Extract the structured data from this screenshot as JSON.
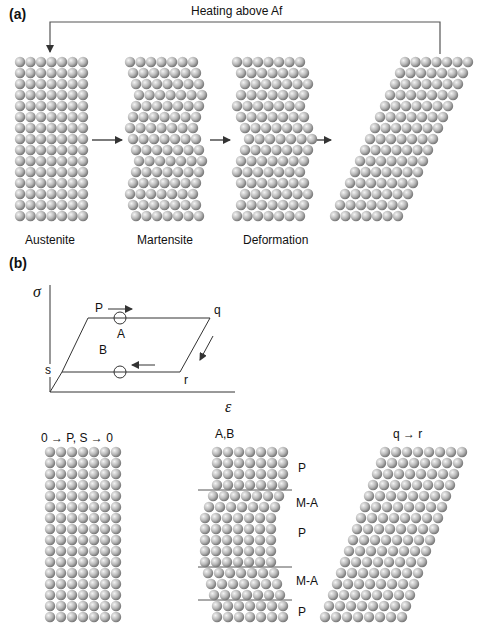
{
  "diagram": {
    "labels": [
      "(a)",
      "Heating above Af",
      "Austenite",
      "Martensite",
      "Deformation",
      "(b)",
      "σ",
      "P",
      "q",
      "A",
      "B",
      "s",
      "r",
      "ε",
      "0 → P, S → 0",
      "A,B",
      "P",
      "M-A",
      "P",
      "M-A",
      "P",
      "q → r"
    ]
  }
}
